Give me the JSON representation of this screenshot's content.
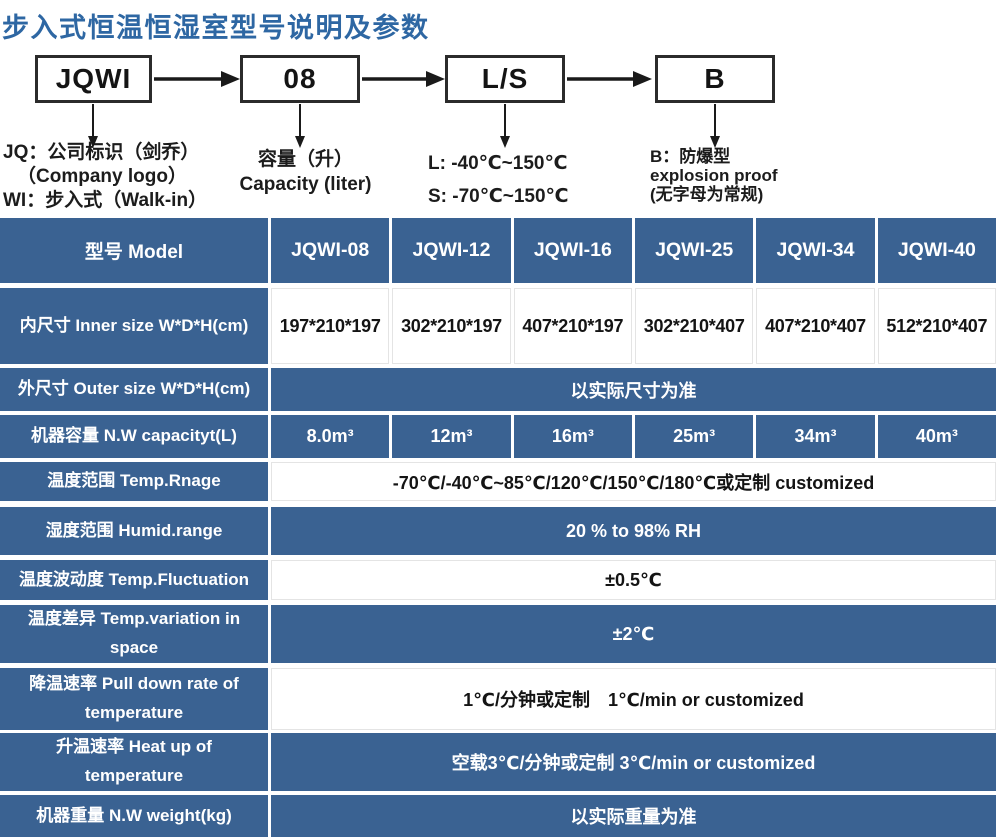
{
  "colors": {
    "title_blue": "#2E67A3",
    "table_blue": "#3A6292",
    "box_border": "#2B2B2B",
    "text_dark": "#141414",
    "white": "#FFFFFF"
  },
  "title": "步入式恒温恒湿室型号说明及参数",
  "diagram": {
    "boxes": [
      "JQWI",
      "08",
      "L/S",
      "B"
    ],
    "notes": {
      "jq": [
        "JQ：公司标识（剑乔）",
        "（Company logo）",
        "WI：步入式（Walk-in）"
      ],
      "capacity": [
        "容量（升）",
        "Capacity (liter)"
      ],
      "ls": [
        "L: -40℃~150℃",
        "S: -70℃~150℃"
      ],
      "b": [
        "B：防爆型",
        "explosion proof",
        "(无字母为常规)"
      ]
    }
  },
  "table": {
    "header": {
      "label": "型号 Model",
      "models": [
        "JQWI-08",
        "JQWI-12",
        "JQWI-16",
        "JQWI-25",
        "JQWI-34",
        "JQWI-40"
      ]
    },
    "rows": [
      {
        "label": "内尺寸 Inner size W*D*H(cm)",
        "values": [
          "197*210*197",
          "302*210*197",
          "407*210*197",
          "302*210*407",
          "407*210*407",
          "512*210*407"
        ]
      },
      {
        "label": "外尺寸 Outer size W*D*H(cm)",
        "value": "以实际尺寸为准"
      },
      {
        "label": "机器容量 N.W capacityt(L)",
        "values": [
          "8.0m³",
          "12m³",
          "16m³",
          "25m³",
          "34m³",
          "40m³"
        ]
      },
      {
        "label": "温度范围 Temp.Rnage",
        "value": "-70℃/-40℃~85℃/120℃/150℃/180℃或定制 customized"
      },
      {
        "label": "湿度范围 Humid.range",
        "value": "20 % to 98% RH"
      },
      {
        "label": "温度波动度 Temp.Fluctuation",
        "value": "±0.5℃"
      },
      {
        "label": "温度差异 Temp.variation in space",
        "value": "±2℃"
      },
      {
        "label": "降温速率 Pull down rate of temperature",
        "value": "1℃/分钟或定制　1℃/min or customized"
      },
      {
        "label": "升温速率 Heat up of temperature",
        "value": "空载3℃/分钟或定制 3℃/min or customized"
      },
      {
        "label": "机器重量 N.W weight(kg)",
        "value": "以实际重量为准"
      }
    ]
  }
}
